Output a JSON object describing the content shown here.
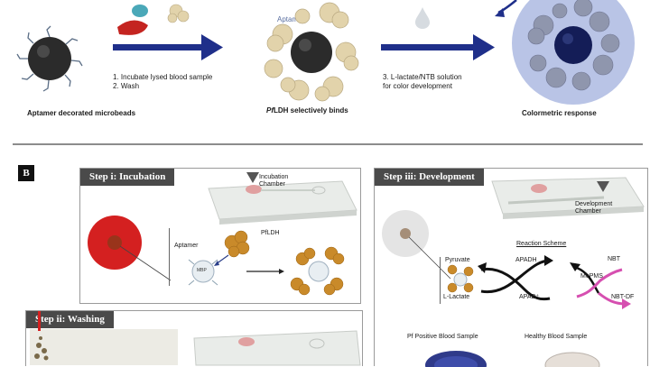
{
  "panel_a": {
    "step1_caption": [
      "1. Incubate lysed blood sample",
      "2. Wash"
    ],
    "step2_caption": [
      "3. L-lactate/NTB solution",
      "for color development"
    ],
    "label_microbeads": "Aptamer decorated microbeads",
    "label_aptamer": "Aptamer",
    "label_binds_prefix": "Pf",
    "label_binds_rest": "LDH selectively binds",
    "label_response": "Colormetric response",
    "colors": {
      "arrow": "#1f2f8a",
      "bead": "#2b2b2b",
      "protein": "#e2d3ab",
      "response_halo": "#b9c4e6",
      "response_bead": "#141d57"
    }
  },
  "panel_b": {
    "label": "B",
    "step_i": {
      "title": "Step i: Incubation",
      "chamber_label": [
        "Incubation",
        "Chamber"
      ],
      "aptamer_label": "Aptamer",
      "pfldh_label": "PfLDH",
      "mbp_label": "MBP"
    },
    "step_ii": {
      "title": "Step ii: Washing"
    },
    "step_iii": {
      "title": "Step iii: Development",
      "chamber_label": [
        "Development",
        "Chamber"
      ],
      "reaction_scheme": "Reaction Scheme",
      "pyruvate": "Pyruvate",
      "l_lactate": "L-Lactate",
      "apadh": "APADH",
      "apad": "APAD⁺",
      "nbt": "NBT",
      "mepms": "MePMS",
      "nbt_df": "NBT-DF",
      "positive_sample": "Pf Positive Blood Sample",
      "healthy_sample": "Healthy Blood Sample"
    },
    "colors": {
      "blood": "#d42020",
      "protein": "#c98a2a",
      "magenta": "#d64fb0"
    }
  }
}
